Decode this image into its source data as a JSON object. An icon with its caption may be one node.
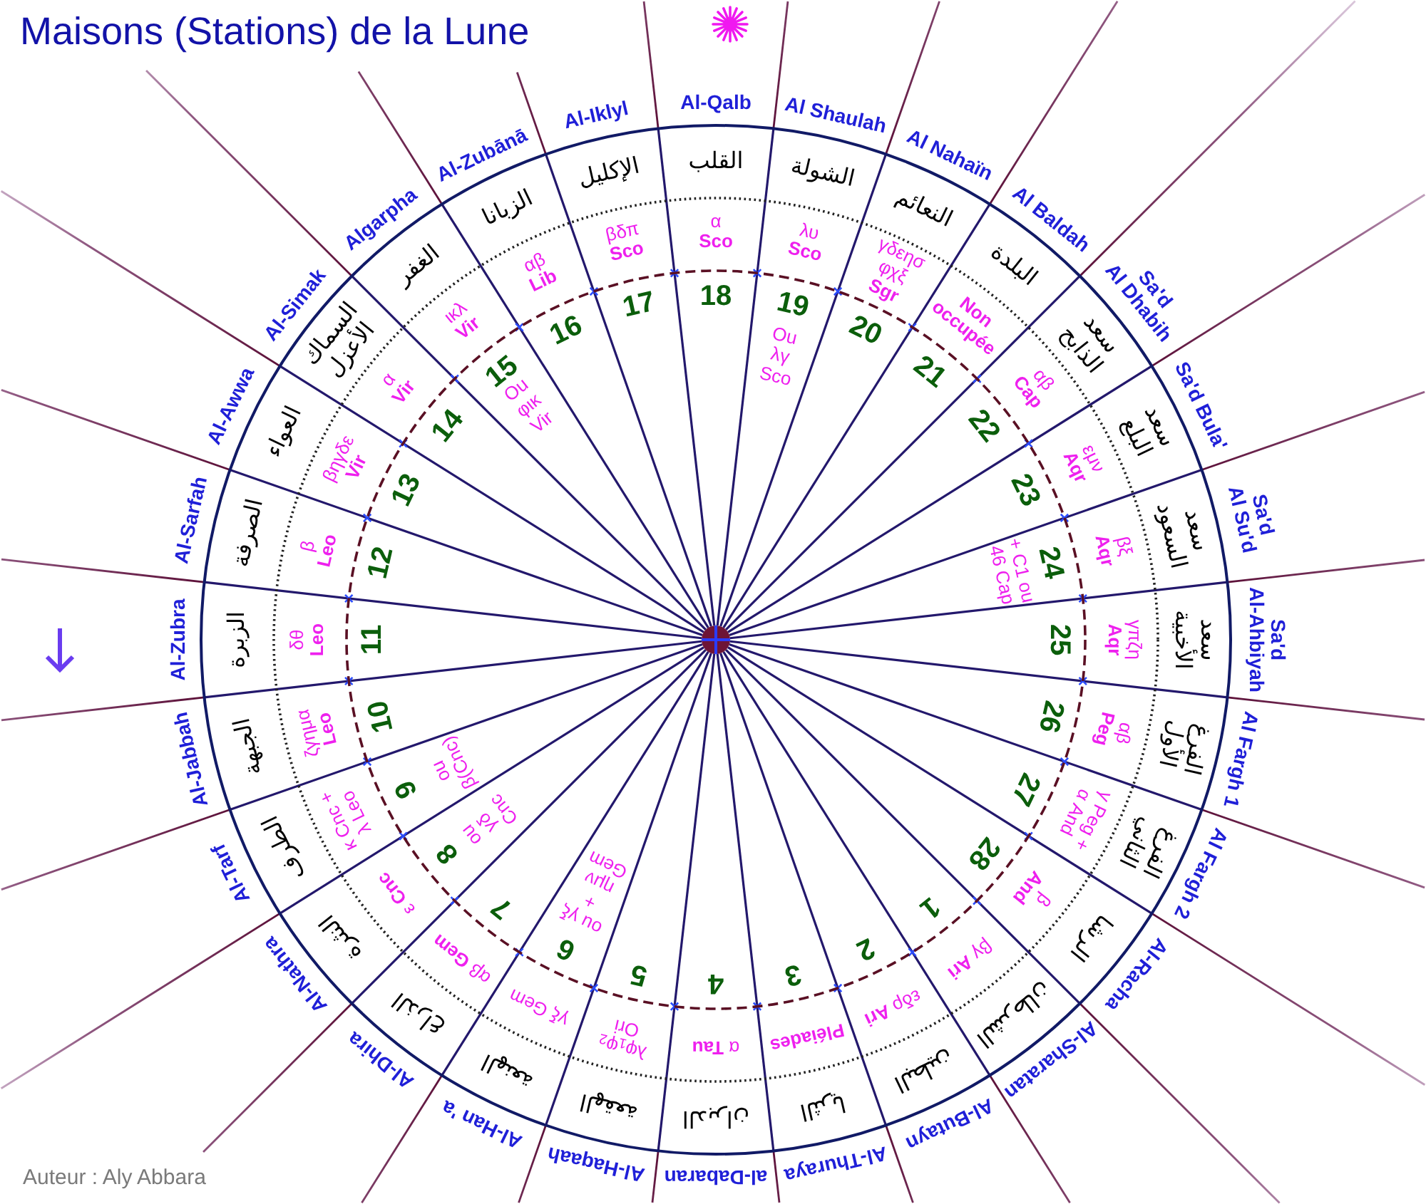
{
  "diagram": {
    "title": "Maisons (Stations) de la Lune",
    "labels": [
      "Al-Sharatan",
      "الشرطان",
      "βγ **Ari**",
      "1",
      "Al-Butayn",
      "البطين",
      "εδρ **Ari**",
      "2",
      "Al-Thuraya",
      "الثريا",
      "Pléiades",
      "3",
      "al-Dabaran",
      "الدبران",
      "α **Tau**",
      "4",
      "Al-Haqaah",
      "الهقعة",
      "λφ$_{1}$φ$_{2}$ Ori",
      "5",
      "Al-Han 'a",
      "الهنعة",
      "γξ Gem",
      "6",
      "ou γξ + ημν Gem",
      "Al-Dhira",
      "الذراع",
      "αβ **Gem**",
      "7",
      "Al-Nathra",
      "النثرة",
      "ε **Cnc**",
      "8",
      "ou γδ Cnc",
      "Al-Tarf",
      "الطرف",
      "κ Cnc + λ Leo",
      "9",
      "ou β(Cnc)",
      "Al-Jabbah",
      "الجبهة",
      "ζγημα **Leo**",
      "10",
      "Al-Zubra",
      "الزبرة",
      "δθ **Leo**",
      "11",
      "Al-Sarfah",
      "الصرفة",
      "β **Leo**",
      "12",
      "Al-Awwa",
      "العواء",
      "βηγδε **Vir**",
      "13",
      "Al-Simak",
      "السماك الأعزل",
      "α **Vir**",
      "14",
      "Algarpha",
      "الغفر",
      "ικλ **Vir**",
      "15",
      "Ou φικ Vir",
      "Al-Zubānā",
      "الزبانا",
      "αβ **Lib**",
      "16",
      "Al-Iklyl",
      "الإكليل",
      "βδπ **Sco**",
      "17",
      "Al-Qalb",
      "القلب",
      "α **Sco**",
      "18",
      "Al Shaulah",
      "الشولة",
      "λυ **Sco**",
      "19",
      "Ou λγ Sco",
      "Al Nahaïn",
      "النعائم",
      "γδεησ φχξ **Sgr**",
      "20",
      "Al Baldah",
      "البلدة",
      "Non occupée",
      "21",
      "Sa'd Al Dhabih",
      "سعد الذابح",
      "αβ **Cap**",
      "22",
      "Sa'd Bula'",
      "سعد البلع",
      "εμν **Aqr**",
      "23",
      "Sa'd Al Su'd",
      "سعد السعود",
      "βξ **Aqr**",
      "24",
      "+ C1 ou 46 Cap",
      "Sa'd Al-Ahbiyah",
      "سعد الأخبية",
      "γπζη **Aqr**",
      "25",
      "Al Fargh 1",
      "الفرغ الأول",
      "αβ **Peg**",
      "26",
      "Al Fargh 2",
      "الفرغ الثاني",
      "γ Peg + α And",
      "27",
      "Al-Racha",
      "الرشا",
      "β **And**",
      "28",
      "Auteur : Aly Abbara"
    ]
  }
}
